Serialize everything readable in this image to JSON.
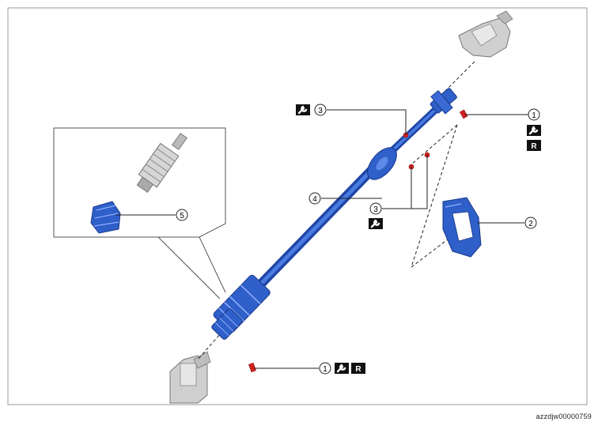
{
  "figure_code": "azzdjw00000759",
  "callouts": {
    "c1_top": "1",
    "c1_bottom": "1",
    "c2": "2",
    "c3_top": "3",
    "c3_mid": "3",
    "c4": "4",
    "c5": "5"
  },
  "badges": {
    "r_top": "R",
    "r_bottom": "R"
  },
  "icons": [
    "torque-wrench-icon",
    "replace-part-icon"
  ],
  "colors": {
    "part_blue": "#2f5fc8",
    "bolt_red": "#d42020",
    "frame": "#9a9a9a",
    "badge_bg": "#111111"
  }
}
